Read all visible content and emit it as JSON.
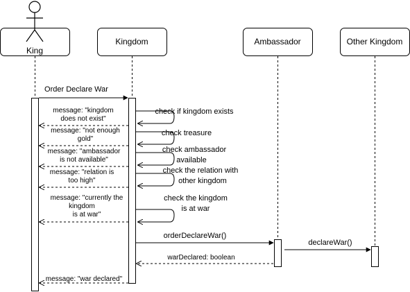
{
  "participants": {
    "king": "King",
    "kingdom": "Kingdom",
    "ambassador": "Ambassador",
    "other_kingdom": "Other Kingdom"
  },
  "calls": {
    "order_declare_war": "Order Declare War",
    "order_declare_war_method": "orderDeclareWar()",
    "declare_war_method": "declareWar()"
  },
  "self_checks": {
    "check_exists": [
      "check if kingdom exists"
    ],
    "check_treasure": [
      "check treasure"
    ],
    "check_ambassador": [
      "check ambassador",
      "available"
    ],
    "check_relation": [
      "check the relation with",
      "other kingdom"
    ],
    "check_at_war": [
      "check the kingdom",
      "is at war"
    ]
  },
  "responses": {
    "kingdom_not_exist": [
      "message: \"kingdom",
      "does not exist\""
    ],
    "not_enough_gold": [
      "message: \"not enough",
      "gold\""
    ],
    "ambassador_unavailable": [
      "message: \"ambassador",
      "is not available\""
    ],
    "relation_too_high": [
      "message: \"relation is",
      "too high\""
    ],
    "currently_at_war": [
      "message: \"currently the",
      "kingdom",
      "is at war\""
    ],
    "war_declared_boolean": "warDeclared: boolean",
    "war_declared": "message: \"war declared\""
  }
}
